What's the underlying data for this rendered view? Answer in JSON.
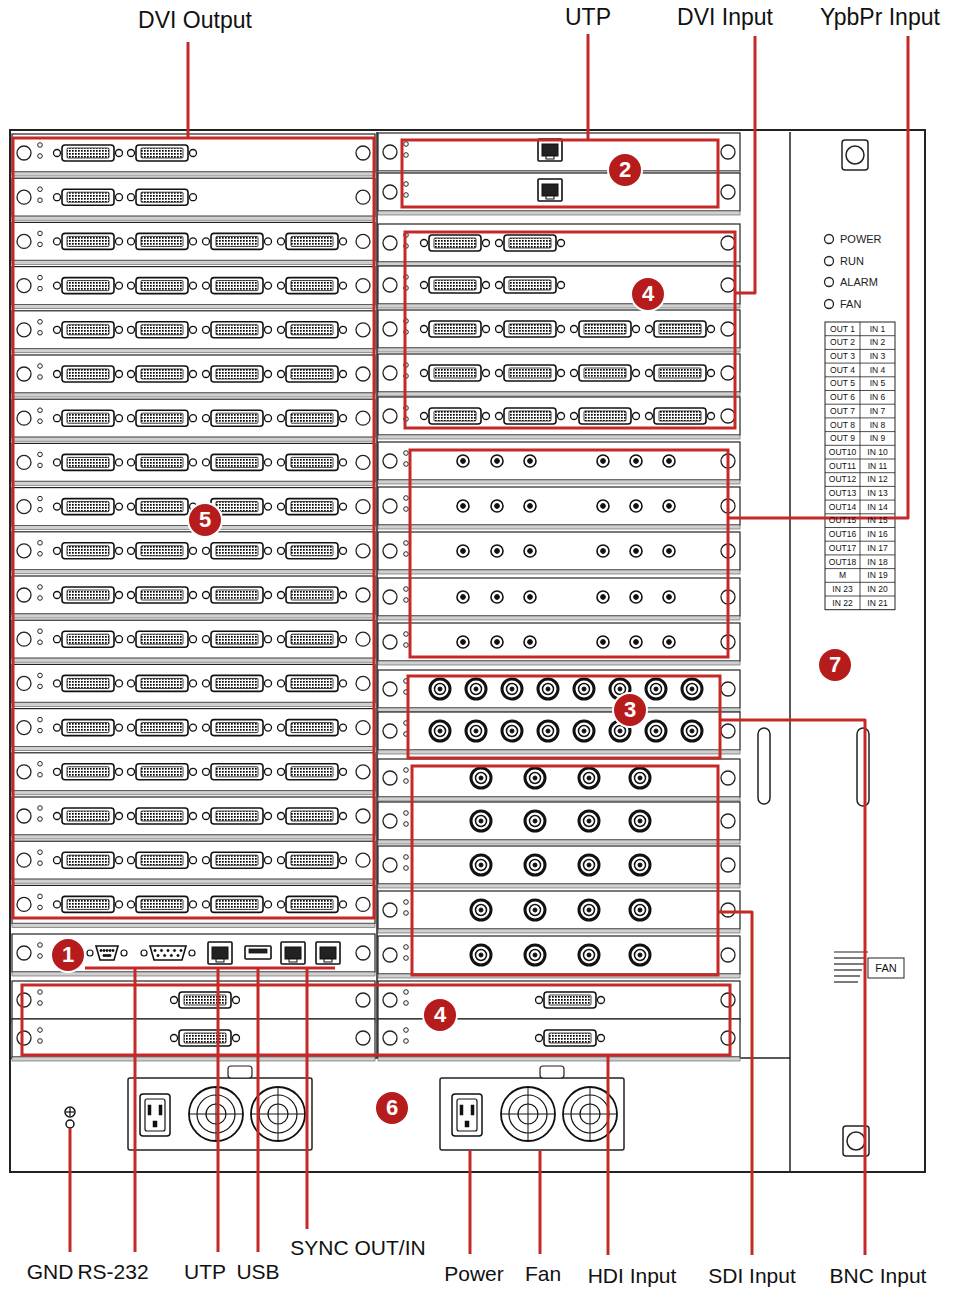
{
  "diagram": {
    "labels": [
      "DVI Output",
      "UTP",
      "DVI Input",
      "YpbPr Input",
      "2",
      "4",
      "5",
      "3",
      "1",
      "4",
      "6",
      "7",
      "POWER",
      "RUN",
      "ALARM",
      "FAN",
      "OUT 1",
      "IN 1",
      "OUT 2",
      "IN 2",
      "OUT 3",
      "IN 3",
      "OUT 4",
      "IN 4",
      "OUT 5",
      "IN 5",
      "OUT 6",
      "IN 6",
      "OUT 7",
      "IN 7",
      "OUT 8",
      "IN 8",
      "OUT 9",
      "IN 9",
      "OUT10",
      "IN 10",
      "OUT11",
      "IN 11",
      "OUT12",
      "IN 12",
      "OUT13",
      "IN 13",
      "OUT14",
      "IN 14",
      "OUT15",
      "IN 15",
      "OUT16",
      "IN 16",
      "OUT17",
      "IN 17",
      "OUT18",
      "IN 18",
      "M",
      "IN 19",
      "IN 23",
      "IN 20",
      "IN 22",
      "IN 21",
      "FAN",
      "GND",
      "RS-232",
      "UTP",
      "USB",
      "SYNC OUT/IN",
      "Power",
      "Fan",
      "HDI Input",
      "SDI Input",
      "BNC Input"
    ]
  }
}
